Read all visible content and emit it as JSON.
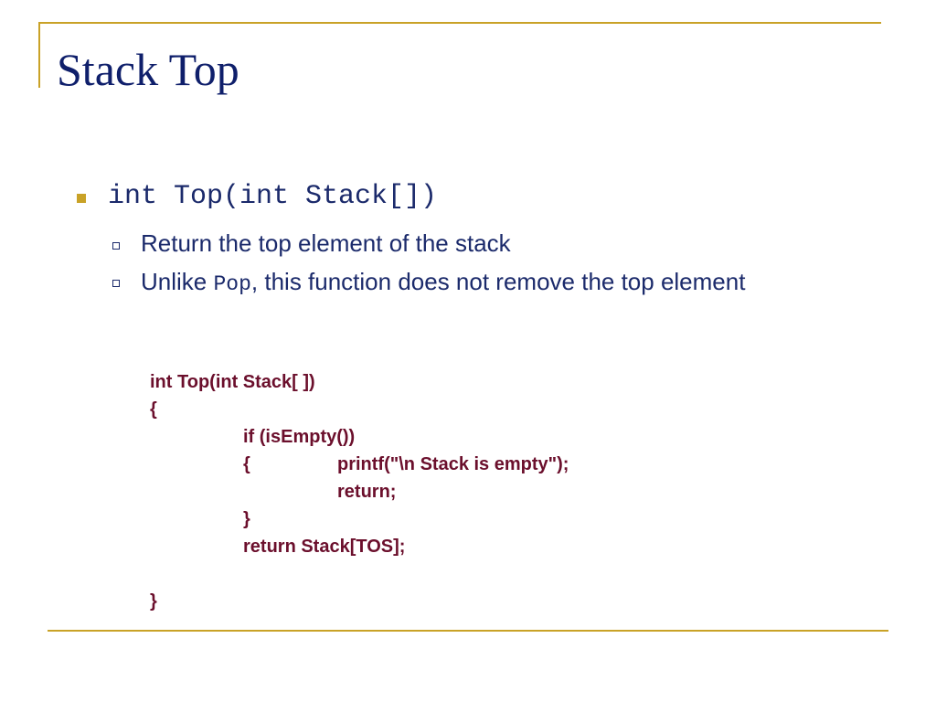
{
  "slide": {
    "title": "Stack Top",
    "bullet": "int Top(int Stack[])",
    "subbullets": [
      {
        "text": "Return the top element of the stack"
      },
      {
        "prefix": "Unlike ",
        "code": "Pop",
        "suffix": ", this function does not remove the top element"
      }
    ],
    "code_lines": [
      {
        "indent": 0,
        "text": "int Top(int Stack[ ])"
      },
      {
        "indent": 0,
        "text": "{"
      },
      {
        "indent": 1,
        "text": "if (isEmpty())"
      },
      {
        "indent": 1,
        "text": "{"
      },
      {
        "indent": 2,
        "text": "printf(\"\\n Stack is empty\");"
      },
      {
        "indent": 2,
        "text": "return;"
      },
      {
        "indent": 1,
        "text": "}"
      },
      {
        "indent": 1,
        "text": "return Stack[TOS];"
      },
      {
        "indent": 0,
        "text": ""
      },
      {
        "indent": 0,
        "text": "}"
      }
    ]
  },
  "colors": {
    "accent": "#c9a227",
    "title": "#0f1f6b",
    "body_text": "#1b2a6b",
    "code_text": "#6b0f2c"
  }
}
